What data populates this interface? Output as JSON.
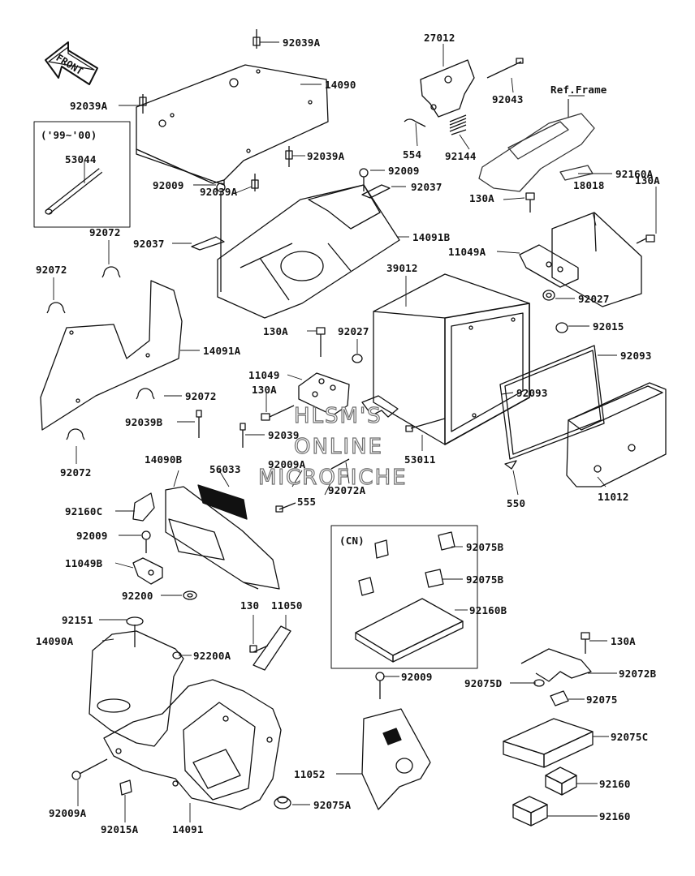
{
  "diagram": {
    "front_label": "FRONT",
    "ref_frame_label": "Ref.Frame",
    "variant_box_label": "('99~'00)",
    "cn_box_label": "(CN)",
    "watermark": [
      "HLSM'S",
      "ONLINE",
      "MICROFICHE"
    ]
  },
  "parts": {
    "p92039A_top": "92039A",
    "p14090": "14090",
    "p92039A_left": "92039A",
    "p53044": "53044",
    "p92039A_mid": "92039A",
    "p92039A_low": "92039A",
    "p92009_a": "92009",
    "p92037_a": "92037",
    "p92009_b": "92009",
    "p92037_b": "92037",
    "p92072_a": "92072",
    "p92072_b": "92072",
    "p14091B": "14091B",
    "p27012": "27012",
    "p92043": "92043",
    "p554": "554",
    "p92144": "92144",
    "p92160A": "92160A",
    "p18018": "18018",
    "p130A_a": "130A",
    "p130A_b": "130A",
    "p11049A": "11049A",
    "p39012": "39012",
    "p92027_a": "92027",
    "p130A_c": "130A",
    "p92027_b": "92027",
    "p92015": "92015",
    "p14091A": "14091A",
    "p11049": "11049",
    "p92093_a": "92093",
    "p130A_d": "130A",
    "p92072_c": "92072",
    "p92093_b": "92093",
    "p92039B": "92039B",
    "p92039": "92039",
    "p92072_d": "92072",
    "p53011": "53011",
    "p14090B": "14090B",
    "p56033": "56033",
    "p92009A_a": "92009A",
    "p92072A": "92072A",
    "p555": "555",
    "p550": "550",
    "p11012": "11012",
    "p92160C": "92160C",
    "p92009_c": "92009",
    "p11049B": "11049B",
    "p92075B_a": "92075B",
    "p92075B_b": "92075B",
    "p92160B": "92160B",
    "p92200": "92200",
    "p130": "130",
    "p11050": "11050",
    "p92151": "92151",
    "p14090A": "14090A",
    "p92200A": "92200A",
    "p130A_e": "130A",
    "p92009_d": "92009",
    "p92072B": "92072B",
    "p92075D": "92075D",
    "p92075": "92075",
    "p92075C": "92075C",
    "p11052": "11052",
    "p92160_a": "92160",
    "p92160_b": "92160",
    "p92009A_b": "92009A",
    "p92015A": "92015A",
    "p14091": "14091",
    "p92075A": "92075A"
  }
}
